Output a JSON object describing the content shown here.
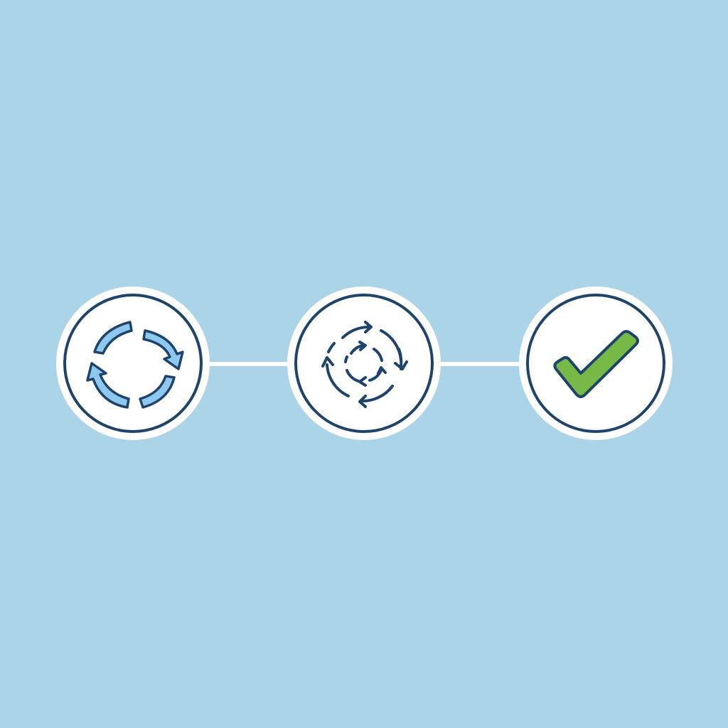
{
  "colors": {
    "background": "#acd4e8",
    "outline": "#1f446b",
    "arrow_fill": "#8ec8ee",
    "check_fill": "#76b947",
    "disc": "#ffffff"
  },
  "steps": [
    {
      "icon": "recycle-arrows-icon",
      "state": "pending"
    },
    {
      "icon": "processing-arrows-icon",
      "state": "in-progress"
    },
    {
      "icon": "checkmark-icon",
      "state": "complete"
    }
  ]
}
